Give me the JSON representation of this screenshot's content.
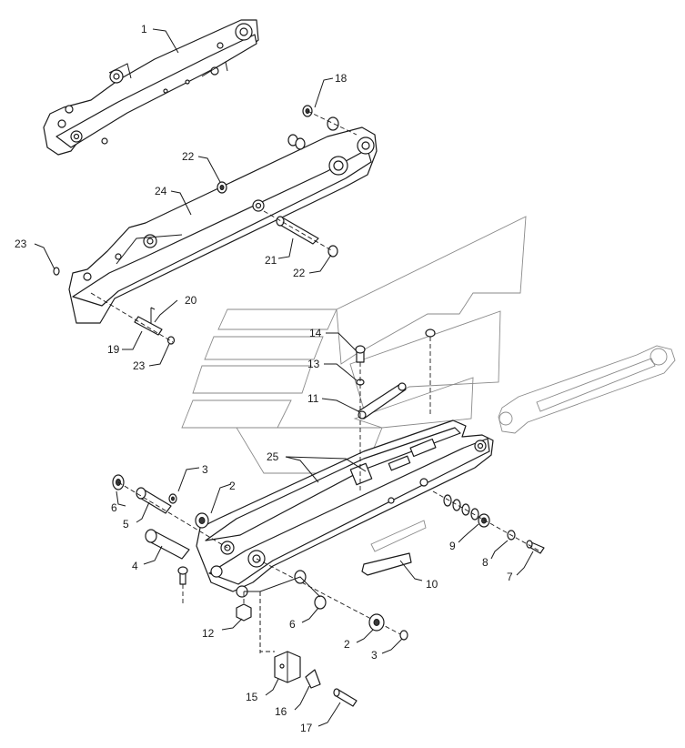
{
  "callouts": {
    "c1": "1",
    "c2a": "2",
    "c2b": "2",
    "c3a": "3",
    "c3b": "3",
    "c4": "4",
    "c5": "5",
    "c6a": "6",
    "c6b": "6",
    "c7": "7",
    "c8": "8",
    "c9": "9",
    "c10": "10",
    "c11": "11",
    "c12": "12",
    "c13": "13",
    "c14": "14",
    "c15": "15",
    "c16": "16",
    "c17": "17",
    "c18": "18",
    "c19": "19",
    "c20": "20",
    "c21": "21",
    "c22a": "22",
    "c22b": "22",
    "c23a": "23",
    "c23b": "23",
    "c24": "24",
    "c25": "25"
  }
}
